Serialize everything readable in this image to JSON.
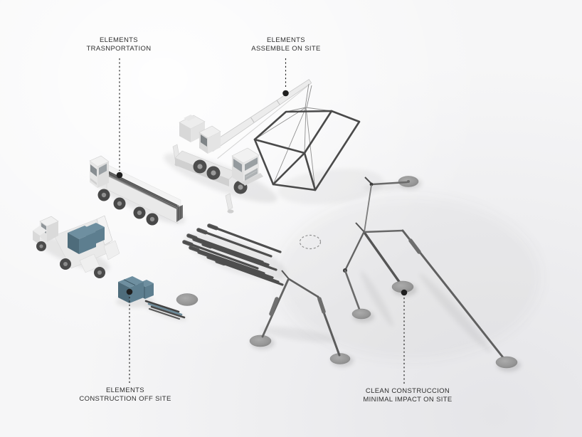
{
  "diagram": {
    "kind": "construction-process-diagram",
    "labels": {
      "transportation": {
        "line1": "ELEMENTS",
        "line2": "TRASNPORTATION"
      },
      "assemble": {
        "line1": "ELEMENTS",
        "line2": "ASSEMBLE ON SITE"
      },
      "offsite": {
        "line1": "ELEMENTS",
        "line2": "CONSTRUCTION OFF SITE"
      },
      "clean": {
        "line1": "CLEAN CONSTRUCCION",
        "line2": "MINIMAL IMPACT ON SITE"
      }
    },
    "scene_objects": [
      "crane-truck",
      "transport-truck",
      "pickup-truck",
      "wireframe-module-hoisted",
      "rod-pile",
      "rod-bundle",
      "blue-crates",
      "ground-disc",
      "site-center-dashed-circle",
      "assembled-leg-structures",
      "foundation-discs"
    ]
  },
  "colors": {
    "bg": "#f6f6f7",
    "label_text": "#2e2e2e",
    "leader_dark": "#1f1f1f",
    "accent_blue_top": "#6e8fa0",
    "accent_blue_front": "#4e6c7b",
    "accent_blue_side": "#5d7e8f",
    "rod_dark": "#4e4e4e",
    "wireframe_edge": "#4a4a4a",
    "disc_gray": "#969696",
    "truck_white": "#ececec"
  }
}
